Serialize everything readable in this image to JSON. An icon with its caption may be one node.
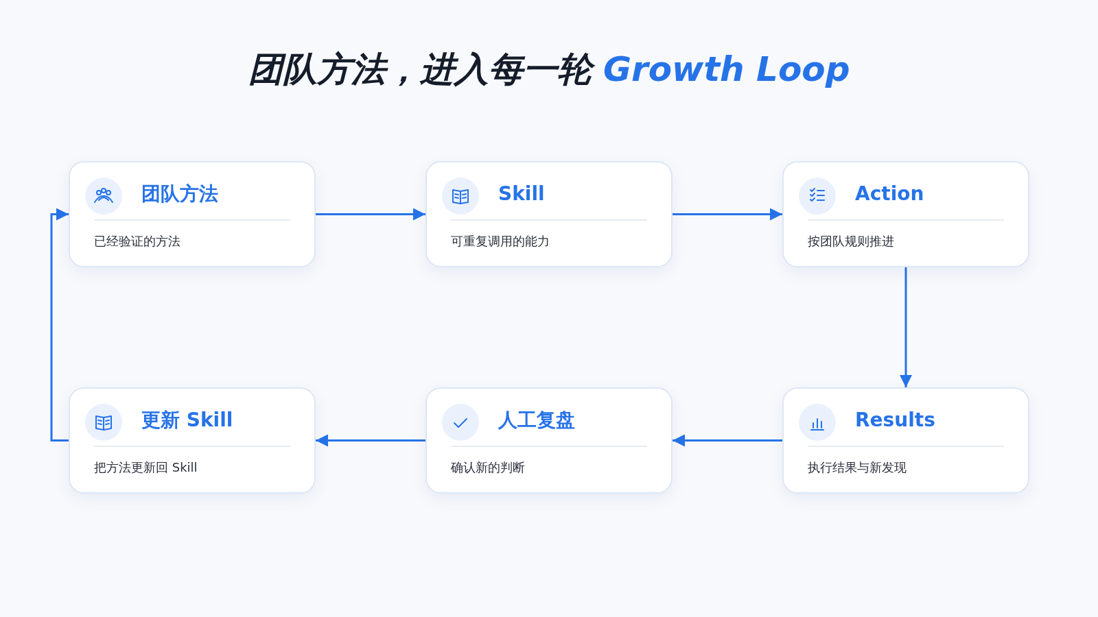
{
  "diagram": {
    "title": "团队方法，进入每一轮 Growth Loop",
    "nodes": [
      {
        "text": [
          "团队方法",
          "已经验证的方法"
        ]
      },
      {
        "text": [
          "Skill",
          "可重复调用的能力"
        ]
      },
      {
        "text": [
          "Action",
          "按团队规则推进"
        ]
      },
      {
        "text": [
          "Results",
          "执行结果与新发现"
        ]
      },
      {
        "text": [
          "人工复盘",
          "确认新的判断"
        ]
      },
      {
        "text": [
          "更新 Skill",
          "把方法更新回 Skill"
        ]
      }
    ],
    "edges": [
      {
        "from": 0,
        "to": 1,
        "arrow": "to"
      },
      {
        "from": 1,
        "to": 2,
        "arrow": "to"
      },
      {
        "from": 2,
        "to": 3,
        "arrow": "to"
      },
      {
        "from": 3,
        "to": 4,
        "arrow": "to"
      },
      {
        "from": 4,
        "to": 5,
        "arrow": "to"
      },
      {
        "from": 5,
        "to": 0,
        "arrow": "to"
      }
    ]
  }
}
